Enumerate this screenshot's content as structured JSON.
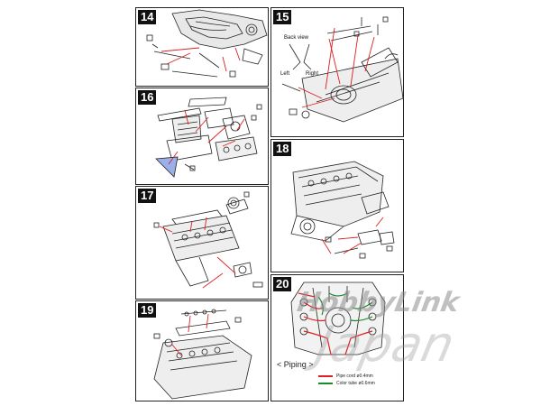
{
  "steps": [
    {
      "number": "14"
    },
    {
      "number": "15"
    },
    {
      "number": "16"
    },
    {
      "number": "17"
    },
    {
      "number": "18"
    },
    {
      "number": "19"
    },
    {
      "number": "20"
    }
  ],
  "step15": {
    "label_back": "Back view",
    "label_left": "Left",
    "label_right": "Right"
  },
  "step20": {
    "piping_label": "< Piping >",
    "legend": [
      {
        "text": "Pipe cord ø0.4mm",
        "color": "#e02020"
      },
      {
        "text": "Color tube ø0.6mm",
        "color": "#1a8a2a"
      }
    ]
  },
  "watermark": {
    "line1": "HobbyLink",
    "line2": "Japan"
  },
  "colors": {
    "leader": "#e02020",
    "outline": "#222222",
    "panel_border": "#222222",
    "watermark": "#8c8c8c"
  }
}
